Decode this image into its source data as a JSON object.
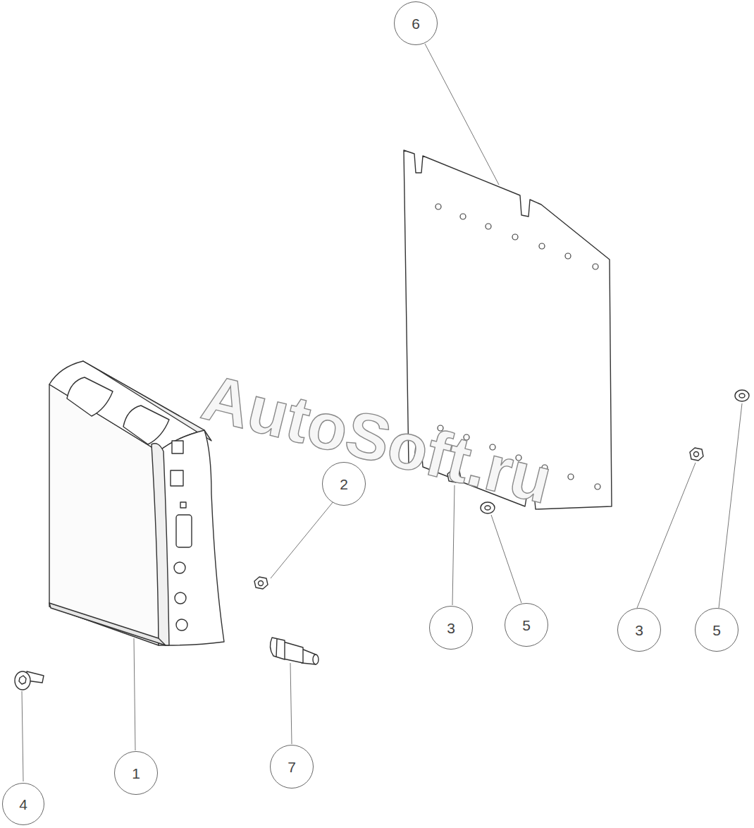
{
  "diagram": {
    "nodes": [
      {
        "text": [
          "6"
        ]
      },
      {
        "text": [
          "2"
        ]
      },
      {
        "text": [
          "3"
        ]
      },
      {
        "text": [
          "5"
        ]
      },
      {
        "text": [
          "3"
        ]
      },
      {
        "text": [
          "5"
        ]
      },
      {
        "text": [
          "1"
        ]
      },
      {
        "text": [
          "7"
        ]
      },
      {
        "text": [
          "4"
        ]
      }
    ],
    "labels": [
      "AutoSoft.ru"
    ]
  }
}
